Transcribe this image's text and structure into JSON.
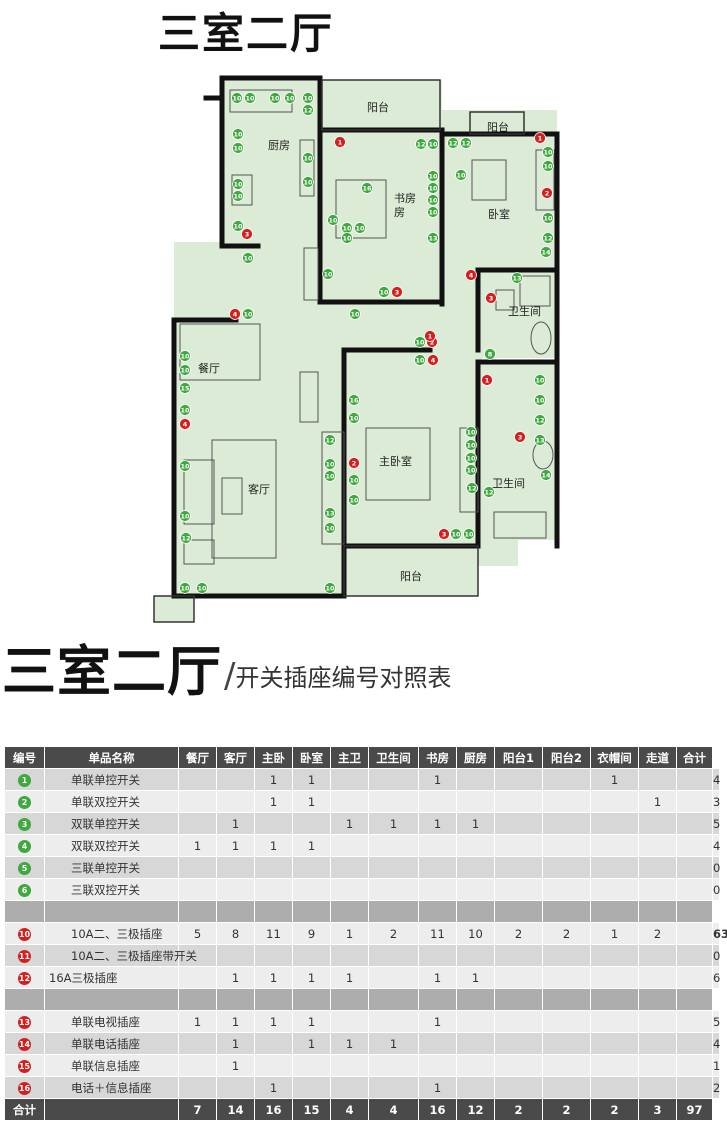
{
  "plan": {
    "title": "三室二厅",
    "rooms": {
      "kitchen": "厨房",
      "balcony_top": "阳台",
      "balcony_right": "阳台",
      "study": "书房",
      "study_line2": "房",
      "bedroom": "卧室",
      "bath_top": "卫生间",
      "dining": "餐厅",
      "living": "客厅",
      "master": "主卧室",
      "bath_bottom": "卫生间",
      "balcony_bottom": "阳台"
    },
    "markers": [
      {
        "n": "10",
        "c": "g"
      },
      {
        "n": "10",
        "c": "g"
      },
      {
        "n": "10",
        "c": "g"
      },
      {
        "n": "10",
        "c": "g"
      },
      {
        "n": "10",
        "c": "g"
      },
      {
        "n": "12",
        "c": "g"
      },
      {
        "n": "10",
        "c": "g"
      },
      {
        "n": "10",
        "c": "g"
      },
      {
        "n": "10",
        "c": "g"
      },
      {
        "n": "10",
        "c": "g"
      },
      {
        "n": "10",
        "c": "g"
      },
      {
        "n": "10",
        "c": "g"
      },
      {
        "n": "3",
        "c": "r"
      },
      {
        "n": "10",
        "c": "g"
      },
      {
        "n": "1",
        "c": "r"
      },
      {
        "n": "16",
        "c": "g"
      },
      {
        "n": "10",
        "c": "g"
      },
      {
        "n": "10",
        "c": "g"
      },
      {
        "n": "10",
        "c": "g"
      },
      {
        "n": "10",
        "c": "g"
      },
      {
        "n": "10",
        "c": "g"
      },
      {
        "n": "3",
        "c": "r"
      },
      {
        "n": "12",
        "c": "g"
      },
      {
        "n": "10",
        "c": "g"
      },
      {
        "n": "10",
        "c": "g"
      },
      {
        "n": "10",
        "c": "g"
      },
      {
        "n": "10",
        "c": "g"
      },
      {
        "n": "10",
        "c": "g"
      },
      {
        "n": "12",
        "c": "g"
      },
      {
        "n": "13",
        "c": "g"
      },
      {
        "n": "10",
        "c": "g"
      },
      {
        "n": "4",
        "c": "r"
      },
      {
        "n": "12",
        "c": "g"
      },
      {
        "n": "10",
        "c": "g"
      },
      {
        "n": "1",
        "c": "r"
      },
      {
        "n": "10",
        "c": "g"
      },
      {
        "n": "10",
        "c": "g"
      },
      {
        "n": "2",
        "c": "r"
      },
      {
        "n": "10",
        "c": "g"
      },
      {
        "n": "14",
        "c": "g"
      },
      {
        "n": "13",
        "c": "g"
      },
      {
        "n": "12",
        "c": "g"
      },
      {
        "n": "3",
        "c": "r"
      },
      {
        "n": "10",
        "c": "g"
      },
      {
        "n": "4",
        "c": "r"
      },
      {
        "n": "10",
        "c": "g"
      },
      {
        "n": "10",
        "c": "g"
      },
      {
        "n": "10",
        "c": "g"
      },
      {
        "n": "2",
        "c": "r"
      },
      {
        "n": "10",
        "c": "g"
      },
      {
        "n": "4",
        "c": "r"
      },
      {
        "n": "8",
        "c": "g"
      },
      {
        "n": "1",
        "c": "r"
      },
      {
        "n": "10",
        "c": "g"
      },
      {
        "n": "10",
        "c": "g"
      },
      {
        "n": "12",
        "c": "g"
      },
      {
        "n": "13",
        "c": "g"
      },
      {
        "n": "3",
        "c": "r"
      },
      {
        "n": "4",
        "c": "r"
      },
      {
        "n": "10",
        "c": "g"
      },
      {
        "n": "16",
        "c": "g"
      },
      {
        "n": "10",
        "c": "g"
      },
      {
        "n": "2",
        "c": "r"
      },
      {
        "n": "10",
        "c": "g"
      },
      {
        "n": "10",
        "c": "g"
      },
      {
        "n": "13",
        "c": "g"
      },
      {
        "n": "10",
        "c": "g"
      },
      {
        "n": "10",
        "c": "g"
      },
      {
        "n": "10",
        "c": "g"
      },
      {
        "n": "12",
        "c": "g"
      },
      {
        "n": "10",
        "c": "g"
      },
      {
        "n": "10",
        "c": "g"
      },
      {
        "n": "10",
        "c": "g"
      },
      {
        "n": "3",
        "c": "r"
      },
      {
        "n": "10",
        "c": "g"
      },
      {
        "n": "10",
        "c": "g"
      },
      {
        "n": "12",
        "c": "g"
      },
      {
        "n": "14",
        "c": "g"
      },
      {
        "n": "10",
        "c": "g"
      },
      {
        "n": "15",
        "c": "g"
      },
      {
        "n": "10",
        "c": "g"
      },
      {
        "n": "12",
        "c": "g"
      },
      {
        "n": "10",
        "c": "g"
      },
      {
        "n": "10",
        "c": "g"
      },
      {
        "n": "1",
        "c": "r"
      },
      {
        "n": "12",
        "c": "g"
      },
      {
        "n": "10",
        "c": "g"
      },
      {
        "n": "10",
        "c": "g"
      },
      {
        "n": "10",
        "c": "g"
      },
      {
        "n": "10",
        "c": "g"
      }
    ]
  },
  "subtitle": {
    "main": "三室二厅",
    "slash": "/",
    "rest": "开关插座编号对照表"
  },
  "table": {
    "headers": [
      "编号",
      "单品名称",
      "餐厅",
      "客厅",
      "主卧",
      "卧室",
      "主卫",
      "卫生间",
      "书房",
      "厨房",
      "阳台1",
      "阳台2",
      "衣帽间",
      "走道",
      "合计"
    ],
    "rows": [
      {
        "num": "1",
        "color": "g",
        "name": "单联单控开关",
        "cells": [
          "",
          "",
          "1",
          "1",
          "",
          "",
          "1",
          "",
          "",
          "",
          "1",
          "",
          ""
        ],
        "total": "4",
        "style": "odd"
      },
      {
        "num": "2",
        "color": "g",
        "name": "单联双控开关",
        "cells": [
          "",
          "",
          "1",
          "1",
          "",
          "",
          "",
          "",
          "",
          "",
          "",
          "1",
          ""
        ],
        "total": "3",
        "style": "even"
      },
      {
        "num": "3",
        "color": "g",
        "name": "双联单控开关",
        "cells": [
          "",
          "1",
          "",
          "",
          "1",
          "1",
          "1",
          "1",
          "",
          "",
          "",
          "",
          ""
        ],
        "total": "5",
        "style": "odd"
      },
      {
        "num": "4",
        "color": "g",
        "name": "双联双控开关",
        "cells": [
          "1",
          "1",
          "1",
          "1",
          "",
          "",
          "",
          "",
          "",
          "",
          "",
          "",
          ""
        ],
        "total": "4",
        "style": "even"
      },
      {
        "num": "5",
        "color": "g",
        "name": "三联单控开关",
        "cells": [
          "",
          "",
          "",
          "",
          "",
          "",
          "",
          "",
          "",
          "",
          "",
          "",
          ""
        ],
        "total": "0",
        "style": "odd"
      },
      {
        "num": "6",
        "color": "g",
        "name": "三联双控开关",
        "cells": [
          "",
          "",
          "",
          "",
          "",
          "",
          "",
          "",
          "",
          "",
          "",
          "",
          ""
        ],
        "total": "0",
        "style": "even"
      },
      {
        "blank": true
      },
      {
        "num": "10",
        "color": "r",
        "name": "10A二、三极插座",
        "cells": [
          "5",
          "8",
          "11",
          "9",
          "1",
          "2",
          "11",
          "10",
          "2",
          "2",
          "1",
          "2",
          ""
        ],
        "total": "63",
        "style": "even",
        "boldTotal": true
      },
      {
        "num": "11",
        "color": "r",
        "name": "10A二、三极插座带开关",
        "cells": [
          "",
          "",
          "",
          "",
          "",
          "",
          "",
          "",
          "",
          "",
          "",
          "",
          ""
        ],
        "total": "0",
        "style": "odd"
      },
      {
        "num": "12",
        "color": "r",
        "name": "16A三极插座",
        "cells": [
          "",
          "1",
          "1",
          "1",
          "1",
          "",
          "1",
          "1",
          "",
          "",
          "",
          "",
          ""
        ],
        "total": "6",
        "style": "even",
        "left": true
      },
      {
        "blank": true
      },
      {
        "num": "13",
        "color": "r",
        "name": "单联电视插座",
        "cells": [
          "1",
          "1",
          "1",
          "1",
          "",
          "",
          "1",
          "",
          "",
          "",
          "",
          "",
          ""
        ],
        "total": "5",
        "style": "even"
      },
      {
        "num": "14",
        "color": "r",
        "name": "单联电话插座",
        "cells": [
          "",
          "1",
          "",
          "1",
          "1",
          "1",
          "",
          "",
          "",
          "",
          "",
          "",
          ""
        ],
        "total": "4",
        "style": "odd"
      },
      {
        "num": "15",
        "color": "r",
        "name": "单联信息插座",
        "cells": [
          "",
          "1",
          "",
          "",
          "",
          "",
          "",
          "",
          "",
          "",
          "",
          "",
          ""
        ],
        "total": "1",
        "style": "even"
      },
      {
        "num": "16",
        "color": "r",
        "name": "电话＋信息插座",
        "cells": [
          "",
          "",
          "1",
          "",
          "",
          "",
          "1",
          "",
          "",
          "",
          "",
          "",
          ""
        ],
        "total": "2",
        "style": "odd"
      }
    ],
    "total_row": {
      "label": "合计",
      "cells": [
        "7",
        "14",
        "16",
        "15",
        "4",
        "4",
        "16",
        "12",
        "2",
        "2",
        "2",
        "3",
        "97"
      ]
    }
  }
}
